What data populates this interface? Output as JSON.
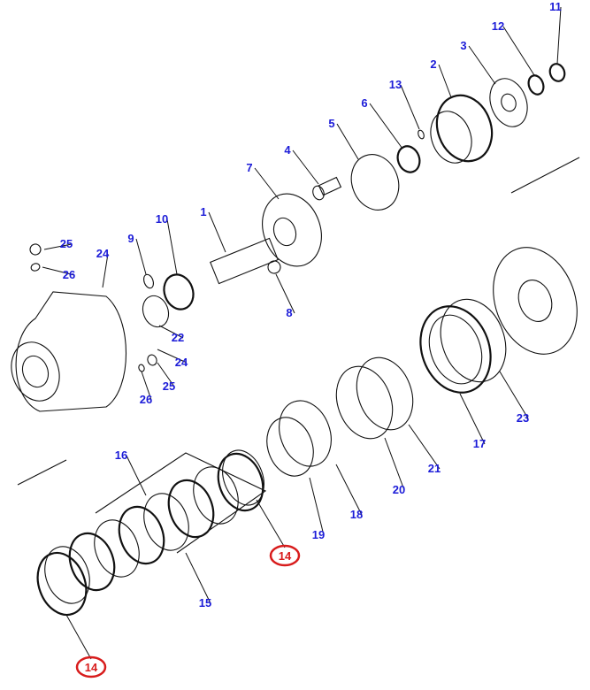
{
  "diagram": {
    "title": "Final drive / travel motor exploded parts view",
    "labels": [
      "11",
      "12",
      "3",
      "2",
      "13",
      "6",
      "5",
      "4",
      "7",
      "1",
      "10",
      "9",
      "25",
      "26",
      "24",
      "8",
      "22",
      "24",
      "25",
      "26",
      "23",
      "17",
      "21",
      "20",
      "18",
      "19",
      "16",
      "15"
    ],
    "highlighted_labels": [
      "14",
      "14"
    ],
    "label_color": "#1c1cd8",
    "highlight_color": "#d81c1c"
  }
}
